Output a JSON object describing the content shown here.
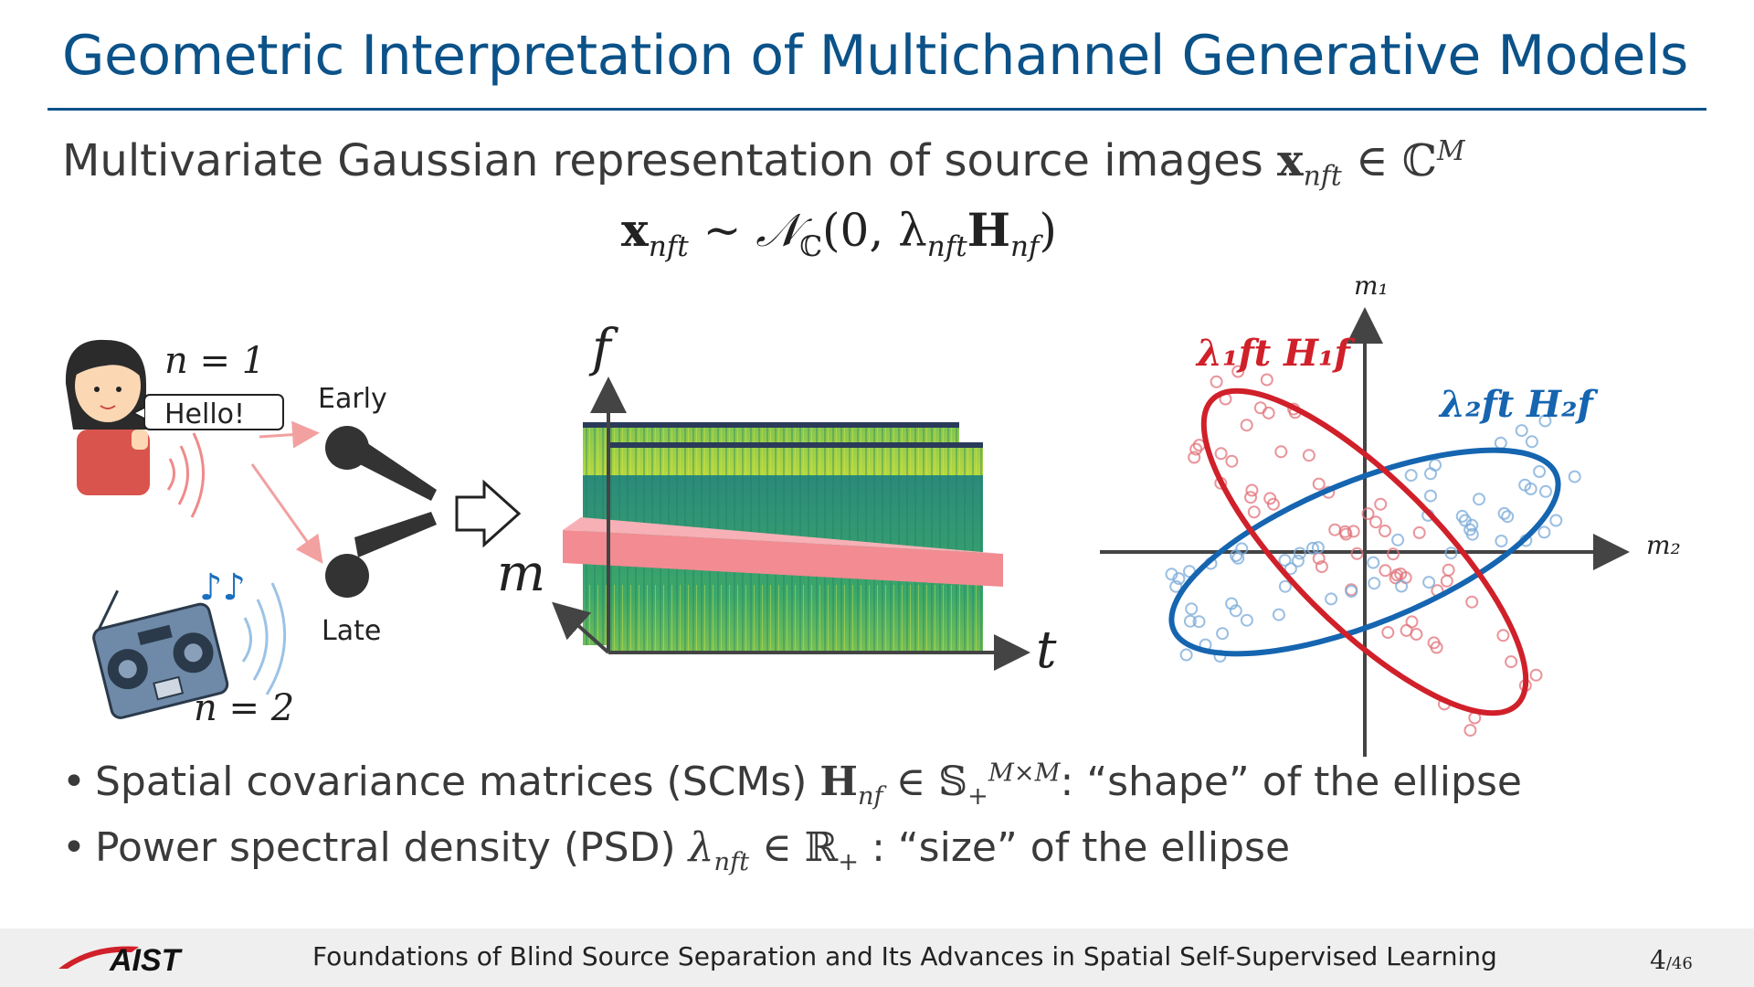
{
  "title": "Geometric Interpretation of Multichannel Generative Models",
  "subtitle": {
    "text": "Multivariate Gaussian representation of source images ",
    "x": "x",
    "x_sub": "nft",
    "in": " ∈ ℂ",
    "sup": "M"
  },
  "formula": {
    "x": "x",
    "x_sub": "nft",
    "sim": " ~ ",
    "dist": "𝒩",
    "dist_sub": "ℂ",
    "open": "(0, λ",
    "lam_sub": "nft",
    "H": "H",
    "H_sub": "nf",
    "close": ")"
  },
  "diagram": {
    "source1_label": "n = 1",
    "speech_bubble": "Hello!",
    "early_label": "Early",
    "late_label": "Late",
    "source2_label": "n = 2",
    "spec_axis_f": "f",
    "spec_axis_m": "m",
    "spec_axis_t": "t",
    "scatter_axis_m1": "m₁",
    "scatter_axis_m2": "m₂",
    "ellipse1_label": "λ₁ft H₁f",
    "ellipse2_label": "λ₂ft H₂f",
    "red_color": "#d0202a",
    "blue_color": "#1565b0"
  },
  "bullets": [
    {
      "pre": "Spatial covariance matrices (SCMs) ",
      "sym": "H",
      "sub": "nf",
      "mid": " ∈ 𝕊",
      "sub2": "+",
      "sup2": "M×M",
      "post": ": “shape” of the ellipse"
    },
    {
      "pre": "Power spectral density (PSD) ",
      "sym": "λ",
      "sub": "nft",
      "mid": " ∈ ℝ",
      "sub2": "+",
      "post": " : “size” of the ellipse"
    }
  ],
  "footer": {
    "logo": "AIST",
    "text": "Foundations of Blind Source Separation and Its Advances in Spatial Self-Supervised Learning",
    "page": "4",
    "total": "/46"
  }
}
